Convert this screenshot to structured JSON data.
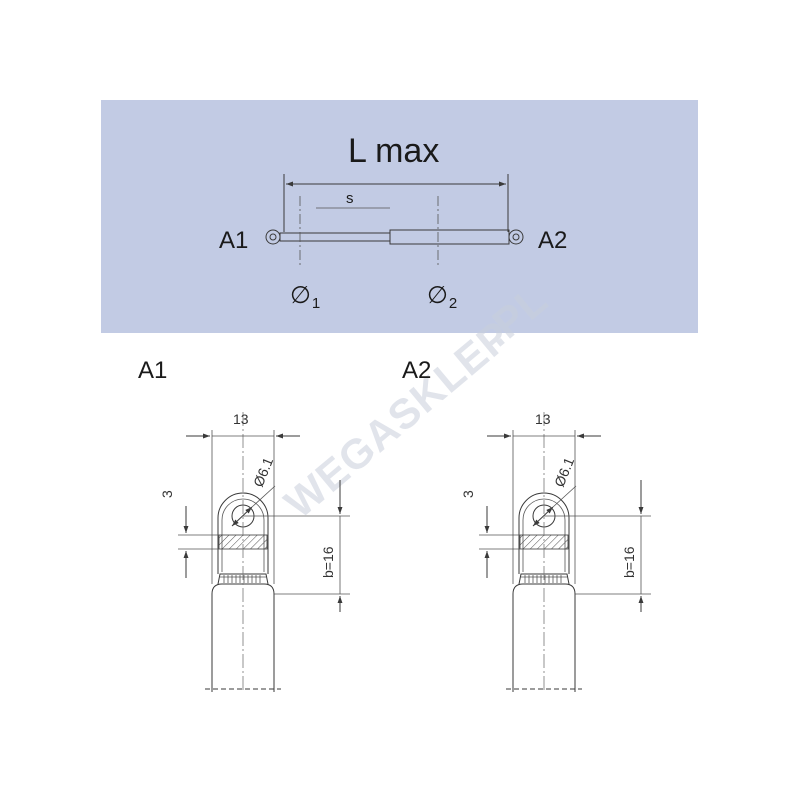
{
  "colors": {
    "panel_bg": "#c2cbe4",
    "line": "#3a3a3a",
    "watermark": "#c9cfdc"
  },
  "overview": {
    "length_label": "L max",
    "stroke_label": "s",
    "end1_label": "A1",
    "end2_label": "A2",
    "diameter1_label": "∅",
    "diameter1_sub": "1",
    "diameter2_label": "∅",
    "diameter2_sub": "2"
  },
  "details": [
    {
      "title": "A1",
      "width_dim": "13",
      "hole_dim": "Ø6.1",
      "offset_dim": "3",
      "length_dim": "b=16"
    },
    {
      "title": "A2",
      "width_dim": "13",
      "hole_dim": "Ø6.1",
      "offset_dim": "3",
      "length_dim": "b=16"
    }
  ],
  "watermark": {
    "brand": "WEGASKLEP",
    "tld": ".PL"
  }
}
